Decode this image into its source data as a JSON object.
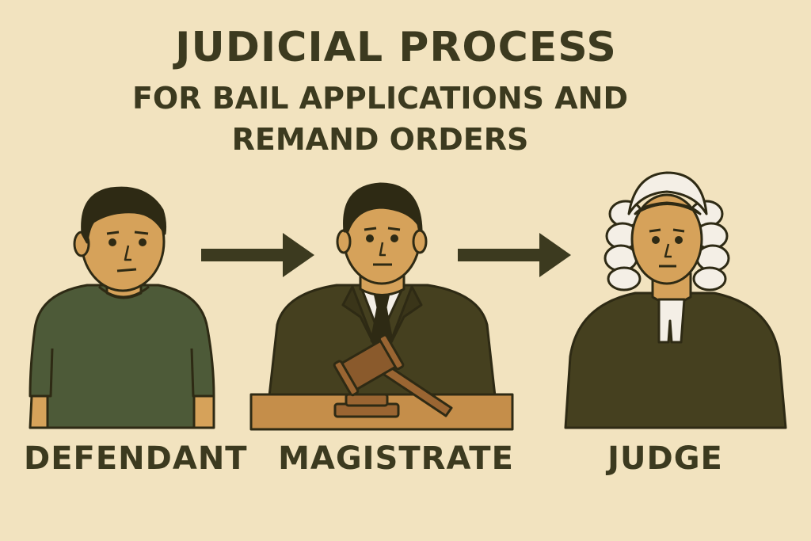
{
  "title": "JUDICIAL PROCESS",
  "subtitle": {
    "line1": "FOR BAIL APPLICATIONS AND",
    "line2": "REMAND ORDERS"
  },
  "stages": [
    {
      "label": "DEFENDANT",
      "icon": "defendant-figure"
    },
    {
      "label": "MAGISTRATE",
      "icon": "magistrate-figure"
    },
    {
      "label": "JUDGE",
      "icon": "judge-figure"
    }
  ],
  "colors": {
    "background": "#f2e3bf",
    "text": "#3c3a1f",
    "skin": "#d6a25a",
    "shirt": "#4d5a38",
    "robe": "#45401f",
    "wig": "#f4efe6",
    "wood": "#c58e4a",
    "arrow": "#3c3a1f"
  }
}
